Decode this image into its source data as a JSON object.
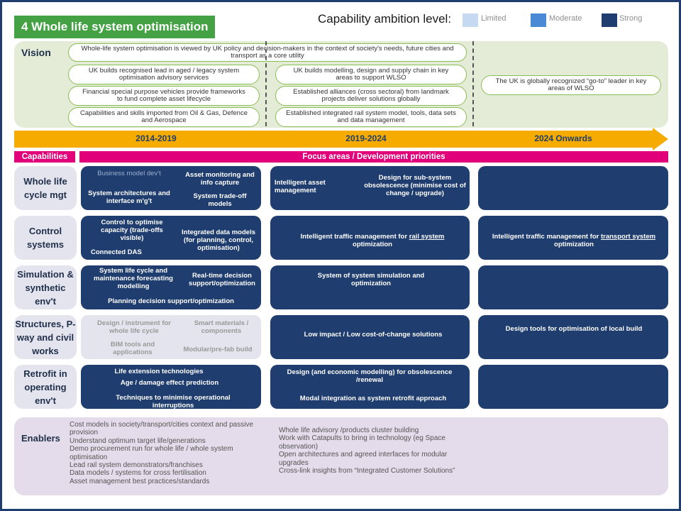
{
  "title": "4 Whole life system optimisation",
  "legend": {
    "label": "Capability ambition level:",
    "levels": [
      {
        "name": "Limited",
        "color": "#c5d9f0"
      },
      {
        "name": "Moderate",
        "color": "#4a89d6"
      },
      {
        "name": "Strong",
        "color": "#1f3d6e"
      }
    ]
  },
  "vision": {
    "label": "Vision",
    "top_statement": "Whole-life system optimisation is viewed by UK policy and decision-makers in the context of society's needs, future cities and transport as a core utility",
    "col1": [
      "UK builds recognised lead in aged / legacy system optimisation advisory services",
      "Financial special purpose vehicles provide frameworks to fund complete asset lifecycle",
      "Capabilities and skills imported from Oil & Gas, Defence and Aerospace"
    ],
    "col2": [
      "UK builds modelling, design and supply chain in key areas to support WLSO",
      "Established alliances (cross sectoral) from landmark projects deliver solutions globally",
      "Established integrated rail system model, tools, data sets and data management"
    ],
    "col3": [
      "The UK is globally recognized “go-to” leader in key areas of WLSO"
    ]
  },
  "timeline": {
    "periods": [
      "2014-2019",
      "2019-2024",
      "2024 Onwards"
    ]
  },
  "headers": {
    "capabilities": "Capabilities",
    "focus": "Focus areas / Development priorities"
  },
  "rows": {
    "r1": {
      "label": "Whole life cycle mgt",
      "c1": [
        "Business model dev't",
        "Asset monitoring and info capture",
        "System architectures and interface m'g't",
        "System trade-off models"
      ],
      "c2": [
        "Intelligent asset management",
        "Design for sub-system obsolescence (minimise cost of change / upgrade)"
      ]
    },
    "r2": {
      "label": "Control systems",
      "c1": [
        "Control to optimise capacity (trade-offs visible)",
        "Integrated data models (for planning, control, optimisation)",
        "Connected DAS"
      ],
      "c2_pre": "Intelligent traffic management for ",
      "c2_link": "rail system",
      "c2_post": " optimization",
      "c3_pre": "Intelligent traffic management for ",
      "c3_link": "transport system",
      "c3_post": " optimization"
    },
    "r3": {
      "label": "Simulation & synthetic env't",
      "c1": [
        "System life cycle and maintenance forecasting modelling",
        "Real-time decision support/optimization",
        "Planning decision support/optimization"
      ],
      "c2": [
        "System of system simulation and optimization"
      ]
    },
    "r4": {
      "label": "Structures, P-way and civil works",
      "c1": [
        "Design / instrument for whole life cycle",
        "Smart materials / components",
        "BIM tools and applications",
        "Modular/pre-fab build"
      ],
      "c2": [
        "Low impact / Low cost-of-change solutions"
      ],
      "c3": [
        "Design tools for optimisation of local build"
      ]
    },
    "r5": {
      "label": "Retrofit in operating env't",
      "c1": [
        "Life extension technologies",
        "Age / damage effect prediction",
        "Techniques to minimise operational interruptions"
      ],
      "c2": [
        "Design (and economic modelling) for obsolescence /renewal",
        "Modal integration as system retrofit approach"
      ]
    }
  },
  "enablers": {
    "label": "Enablers",
    "col1": [
      "Cost models in society/transport/cities context and passive provision",
      "Understand optimum target life/generations",
      "Demo procurement run for whole life / whole system optimisation",
      "Lead rail system demonstrators/franchises",
      "Data models / systems for cross fertilisation",
      "Asset management best practices/standards"
    ],
    "col2": [
      "Whole life advisory /products cluster building",
      "Work with Catapults to bring in technology (eg Space observation)",
      "Open architectures and agreed interfaces for modular upgrades",
      "Cross-link insights from “Integrated Customer Solutions”"
    ]
  }
}
